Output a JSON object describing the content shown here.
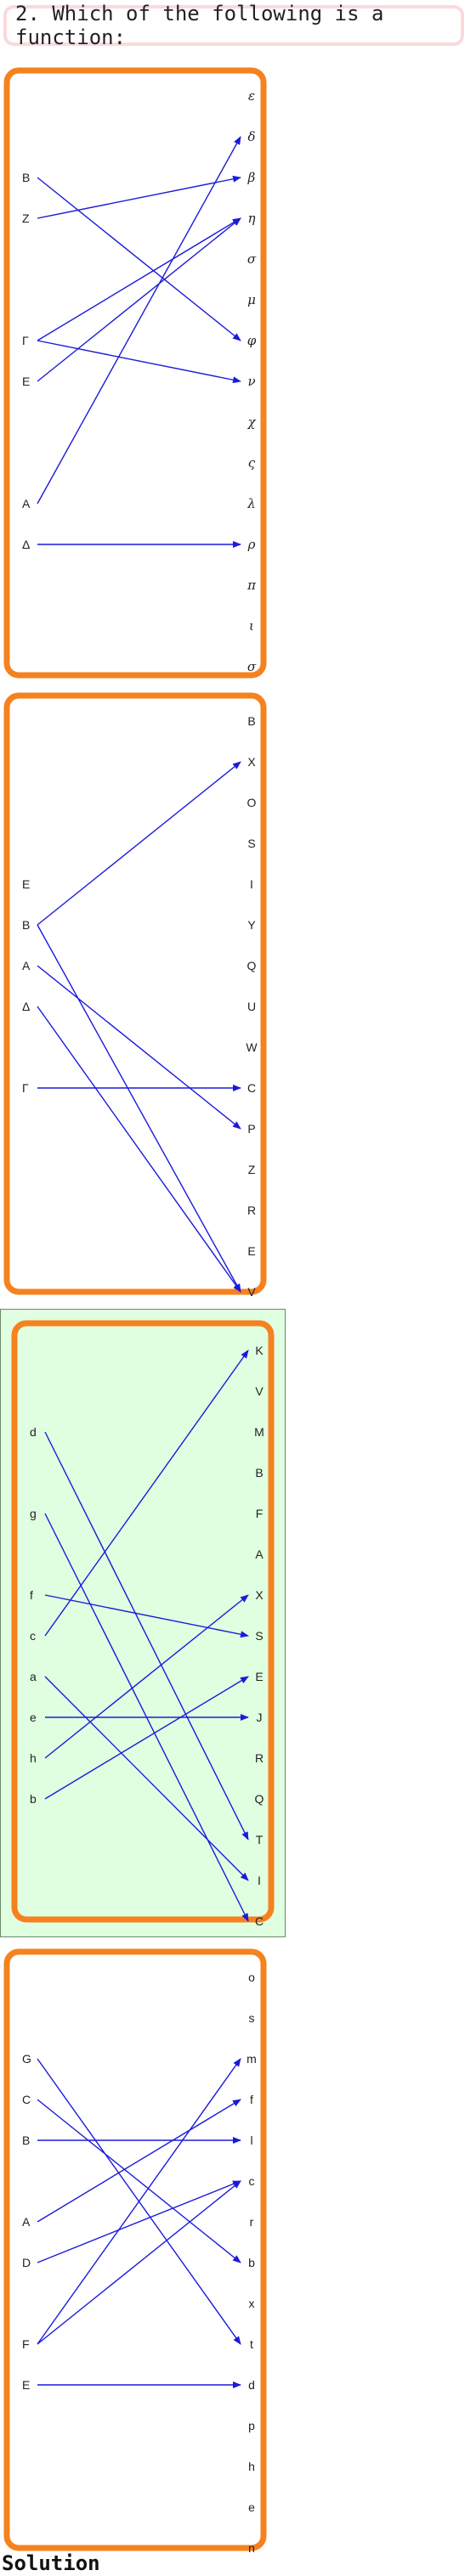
{
  "question": {
    "text": "2. Which of the following is a function:"
  },
  "solution_label": "Solution",
  "colors": {
    "panel_border": "#f5821f",
    "arrow": "#1a1adb",
    "highlight_bg": "#e0ffe0"
  },
  "panels": [
    {
      "highlighted": false,
      "greek": true,
      "left_labels": [
        "B",
        "Z",
        "Γ",
        "E",
        "A",
        "Δ"
      ],
      "left_slots": [
        2,
        3,
        6,
        7,
        10,
        11
      ],
      "right_labels": [
        "ε",
        "δ",
        "β",
        "η",
        "σ",
        "μ",
        "φ",
        "ν",
        "χ",
        "ς",
        "λ",
        "ρ",
        "π",
        "ι",
        "σ"
      ],
      "arrows": [
        [
          0,
          6
        ],
        [
          1,
          2
        ],
        [
          2,
          3
        ],
        [
          2,
          7
        ],
        [
          3,
          3
        ],
        [
          4,
          1
        ],
        [
          5,
          11
        ]
      ]
    },
    {
      "highlighted": false,
      "greek": false,
      "left_labels": [
        "E",
        "B",
        "A",
        "Δ",
        "Γ"
      ],
      "left_slots": [
        4,
        5,
        6,
        7,
        9
      ],
      "right_labels": [
        "B",
        "X",
        "O",
        "S",
        "I",
        "Y",
        "Q",
        "U",
        "W",
        "C",
        "P",
        "Z",
        "R",
        "E",
        "V"
      ],
      "arrows": [
        [
          1,
          1
        ],
        [
          1,
          14
        ],
        [
          2,
          10
        ],
        [
          3,
          14
        ],
        [
          4,
          9
        ]
      ]
    },
    {
      "highlighted": true,
      "greek": false,
      "left_labels": [
        "d",
        "g",
        "f",
        "c",
        "a",
        "e",
        "h",
        "b"
      ],
      "left_slots": [
        2,
        4,
        6,
        7,
        8,
        9,
        10,
        11
      ],
      "right_labels": [
        "K",
        "V",
        "M",
        "B",
        "F",
        "A",
        "X",
        "S",
        "E",
        "J",
        "R",
        "Q",
        "T",
        "I",
        "C"
      ],
      "arrows": [
        [
          0,
          12
        ],
        [
          1,
          14
        ],
        [
          2,
          7
        ],
        [
          3,
          0
        ],
        [
          4,
          13
        ],
        [
          5,
          9
        ],
        [
          6,
          6
        ],
        [
          7,
          8
        ]
      ]
    },
    {
      "highlighted": false,
      "greek": false,
      "left_labels": [
        "G",
        "C",
        "B",
        "A",
        "D",
        "F",
        "E"
      ],
      "left_slots": [
        2,
        3,
        4,
        6,
        7,
        9,
        10
      ],
      "right_labels": [
        "o",
        "s",
        "m",
        "f",
        "l",
        "c",
        "r",
        "b",
        "x",
        "t",
        "d",
        "p",
        "h",
        "e",
        "n"
      ],
      "arrows": [
        [
          0,
          9
        ],
        [
          1,
          7
        ],
        [
          2,
          4
        ],
        [
          3,
          3
        ],
        [
          4,
          5
        ],
        [
          5,
          2
        ],
        [
          5,
          5
        ],
        [
          6,
          10
        ]
      ]
    }
  ]
}
